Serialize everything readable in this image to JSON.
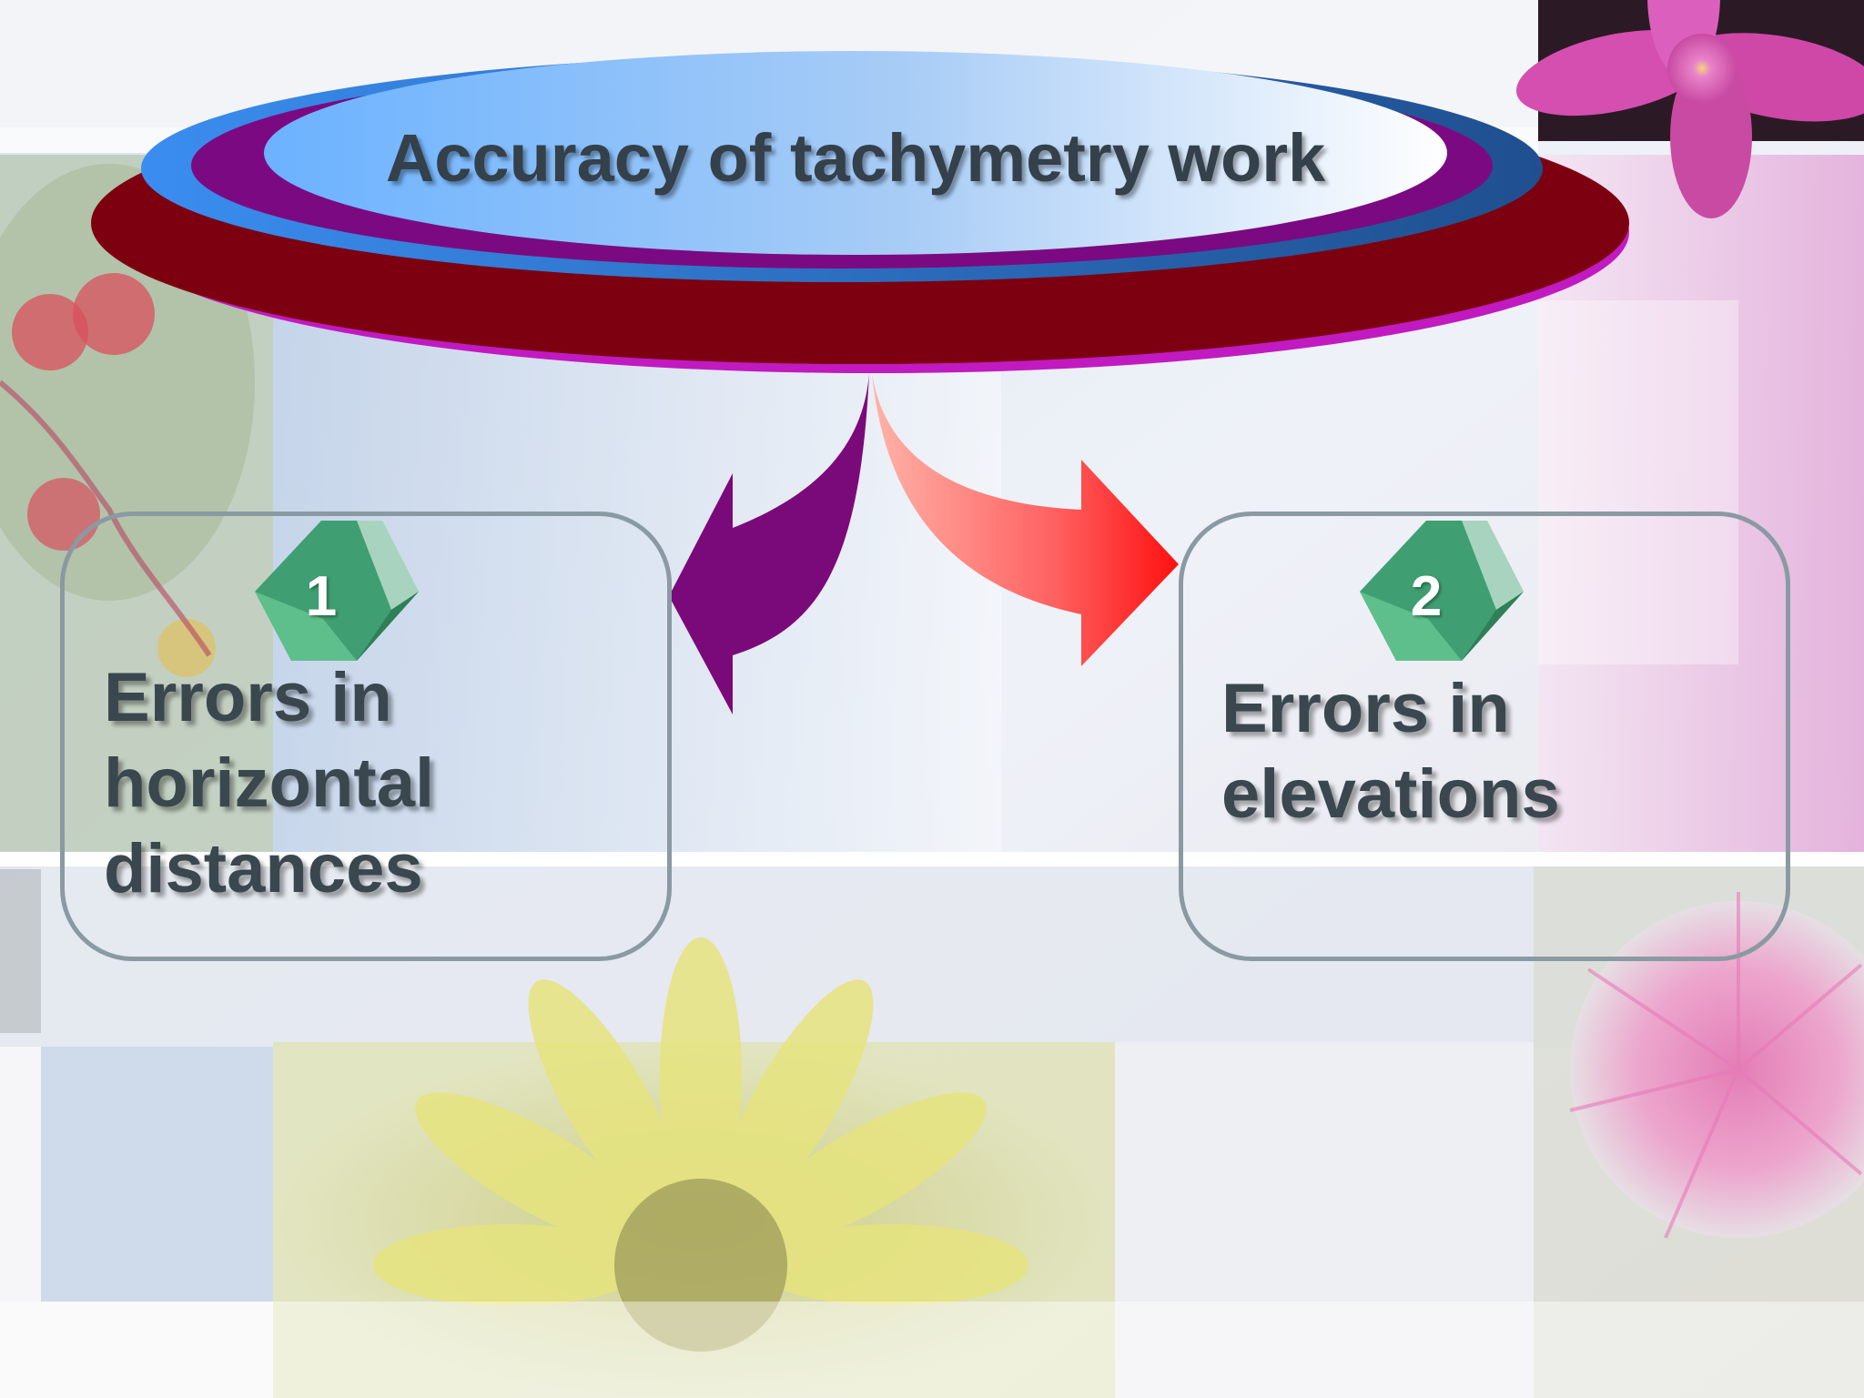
{
  "title": "Accuracy of tachymetry work",
  "items": [
    {
      "number": "1",
      "label": "Errors in horizontal distances",
      "arrow_color": "#7a0a7a"
    },
    {
      "number": "2",
      "label": "Errors in elevations",
      "arrow_color": "#ff2020"
    }
  ],
  "colors": {
    "ellipse_outer": "#7d0010",
    "ellipse_magenta": "#c11ac1",
    "ellipse_blue": "#2d7fd6",
    "ellipse_purple": "#7b0a82",
    "ellipse_inner": "#74b8ff",
    "badge": "#5fbf8c",
    "box_border": "#8a9aa2",
    "text": "#3a474f"
  }
}
